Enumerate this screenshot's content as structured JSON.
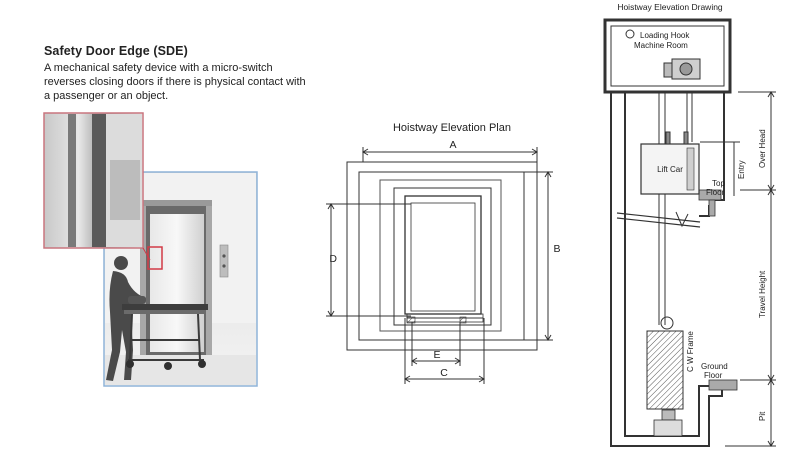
{
  "safety_door_edge": {
    "title": "Safety Door Edge (SDE)",
    "description": "A mechanical safety device with a micro-switch reverses closing doors if there is physical contact with a passenger or an object."
  },
  "plan": {
    "title": "Hoistway Elevation Plan",
    "dims": {
      "a": "A",
      "b": "B",
      "c": "C",
      "d": "D",
      "e": "E"
    }
  },
  "elevation": {
    "title": "Hoistway Elevation Drawing",
    "loading_hook": "Loading Hook",
    "machine_room": "Machine Room",
    "lift_car": "Lift Car",
    "top_floor_1": "Top",
    "top_floor_2": "Floor",
    "ground_floor_1": "Ground",
    "ground_floor_2": "Floor",
    "cw_frame": "C W Frame",
    "entry": "Entry",
    "over_head": "Over Head",
    "travel_height": "Travel Height",
    "pit": "Pit"
  },
  "colors": {
    "inset_frame": "#c9757e",
    "photo_frame": "#8fb4d8",
    "highlight_box": "#d23a46"
  }
}
